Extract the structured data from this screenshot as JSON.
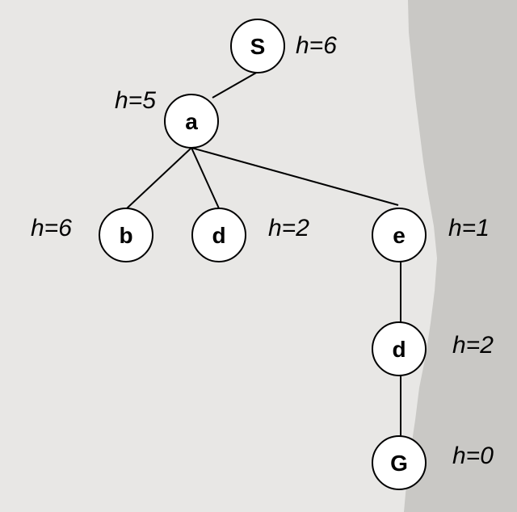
{
  "tree": {
    "nodes": [
      {
        "id": "S",
        "label": "S",
        "heuristic": "h=6"
      },
      {
        "id": "a",
        "label": "a",
        "heuristic": "h=5"
      },
      {
        "id": "b",
        "label": "b",
        "heuristic": "h=6"
      },
      {
        "id": "d1",
        "label": "d",
        "heuristic": "h=2"
      },
      {
        "id": "e",
        "label": "e",
        "heuristic": "h=1"
      },
      {
        "id": "d2",
        "label": "d",
        "heuristic": "h=2"
      },
      {
        "id": "G",
        "label": "G",
        "heuristic": "h=0"
      }
    ],
    "edges": [
      {
        "from": "S",
        "to": "a"
      },
      {
        "from": "a",
        "to": "b"
      },
      {
        "from": "a",
        "to": "d1"
      },
      {
        "from": "a",
        "to": "e"
      },
      {
        "from": "e",
        "to": "d2"
      },
      {
        "from": "d2",
        "to": "G"
      }
    ]
  }
}
